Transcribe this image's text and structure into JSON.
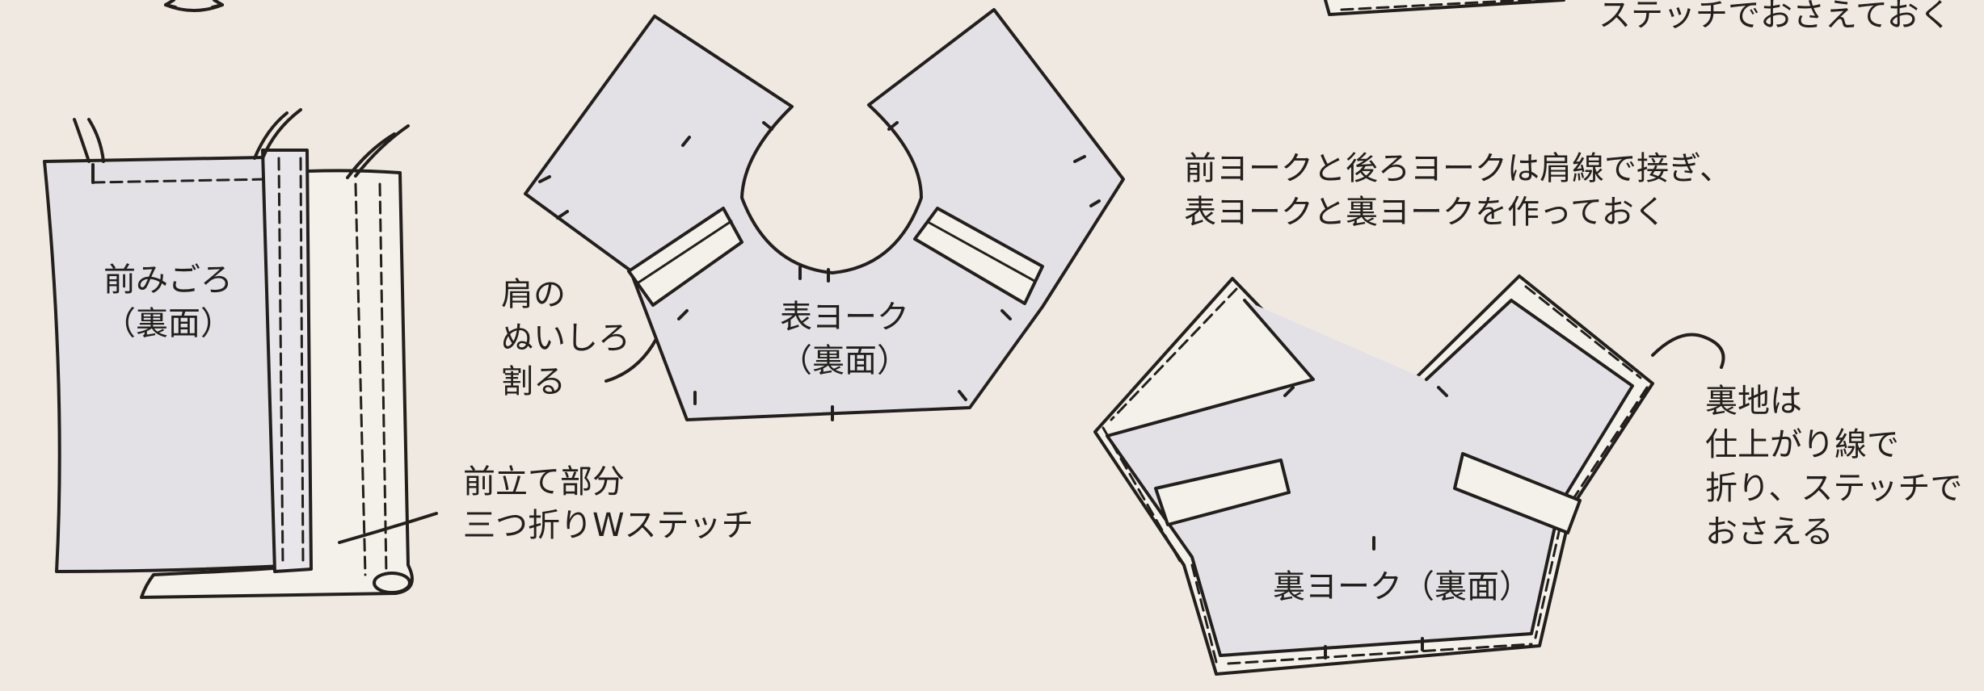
{
  "colors": {
    "background": "#efe9e1",
    "fabric_wrong_side": "#e3e1e6",
    "fabric_light": "#f4f0ea",
    "line": "#231f1c"
  },
  "labels": {
    "top_right_note": "ステッチでおさえておく",
    "front_body": [
      "前みごろ",
      "（裏面）"
    ],
    "front_placket": [
      "前立て部分",
      "三つ折りWステッチ"
    ],
    "shoulder_seam": [
      "肩の",
      "ぬいしろ",
      "割る"
    ],
    "outer_yoke": [
      "表ヨーク",
      "（裏面）"
    ],
    "yoke_note": [
      "前ヨークと後ろヨークは肩線で接ぎ、",
      "表ヨークと裏ヨークを作っておく"
    ],
    "inner_yoke": "裏ヨーク（裏面）",
    "lining_note": [
      "裏地は",
      "仕上がり線で",
      "折り、ステッチで",
      "おさえる"
    ]
  }
}
